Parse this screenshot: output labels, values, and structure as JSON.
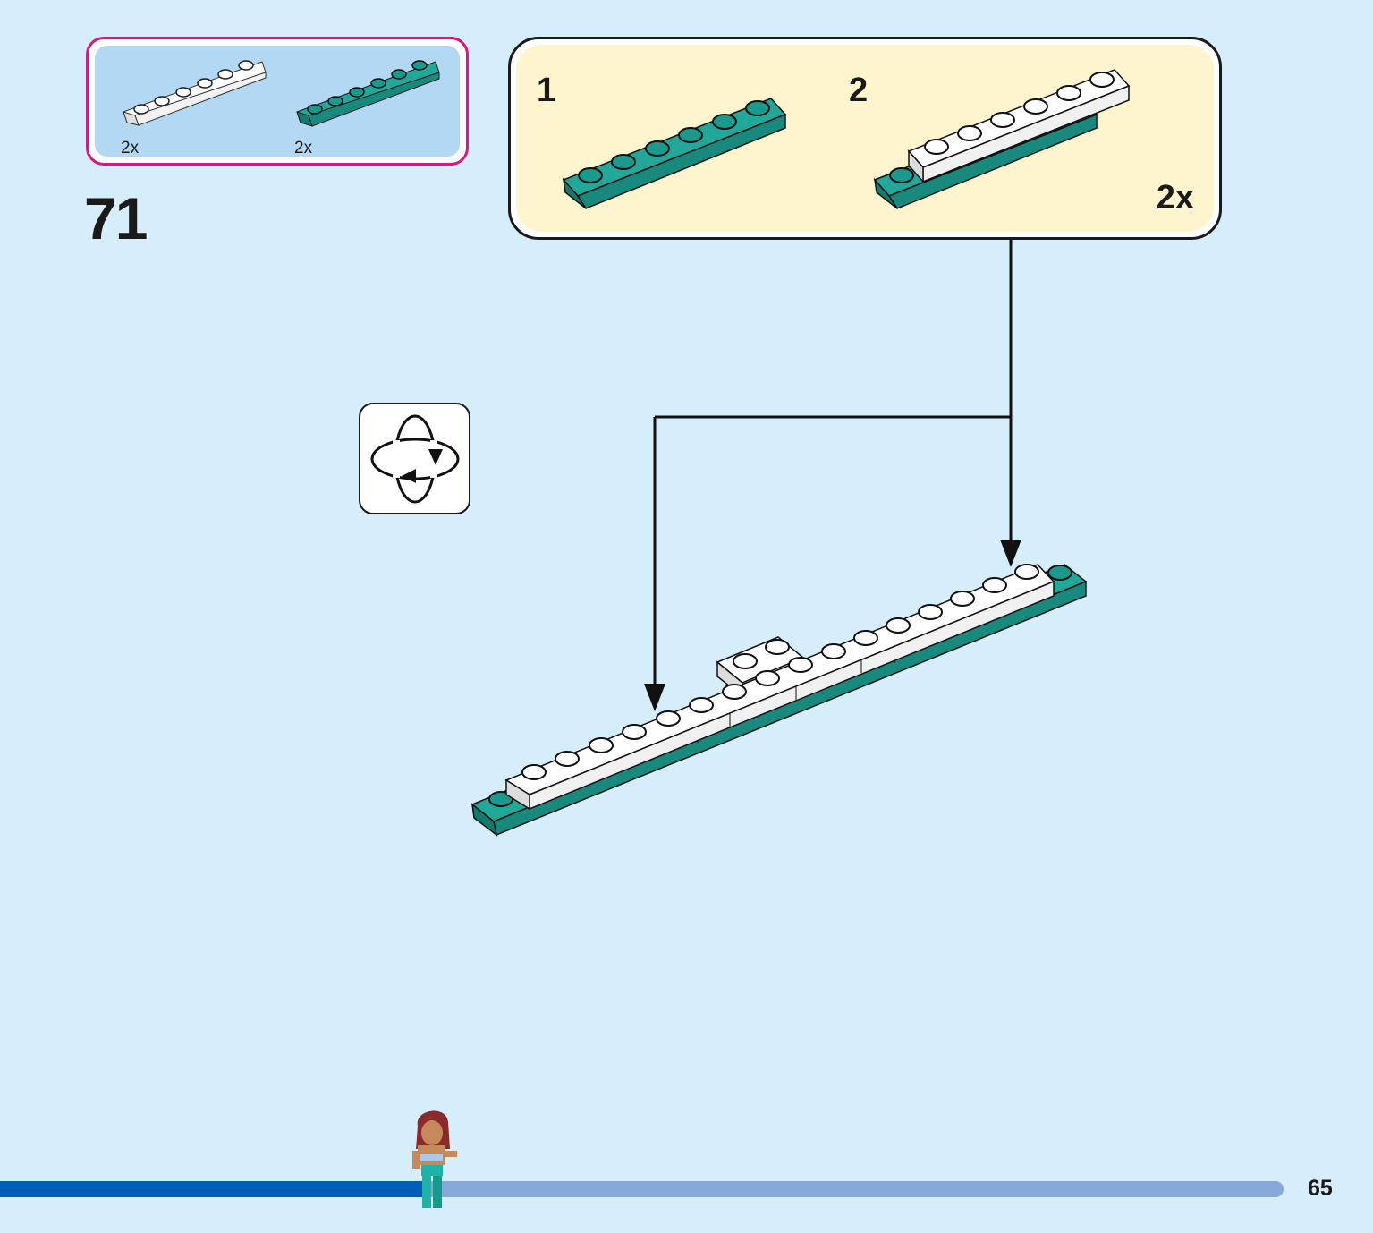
{
  "parts_list": {
    "items": [
      {
        "color": "white",
        "color_hex": "#ffffff",
        "count": "2x",
        "icon": "plate-1x6-icon"
      },
      {
        "color": "teal",
        "color_hex": "#1a9a8c",
        "count": "2x",
        "icon": "plate-1x6-icon"
      }
    ],
    "border_color": "#d6187f",
    "background_color": "#b3d8f4"
  },
  "step": {
    "number": "71"
  },
  "sub_assembly": {
    "steps": [
      {
        "number": "1"
      },
      {
        "number": "2"
      }
    ],
    "multiplier": "2x",
    "background_color": "#fef5cf"
  },
  "rotate_icon": "rotate-model-icon",
  "progress": {
    "fraction": 0.33,
    "fill_color": "#005db8",
    "track_color": "#86a9da"
  },
  "page_number": "65",
  "colors": {
    "background": "#d6edfb",
    "teal": "#1a9a8c",
    "white_brick": "#ffffff"
  }
}
